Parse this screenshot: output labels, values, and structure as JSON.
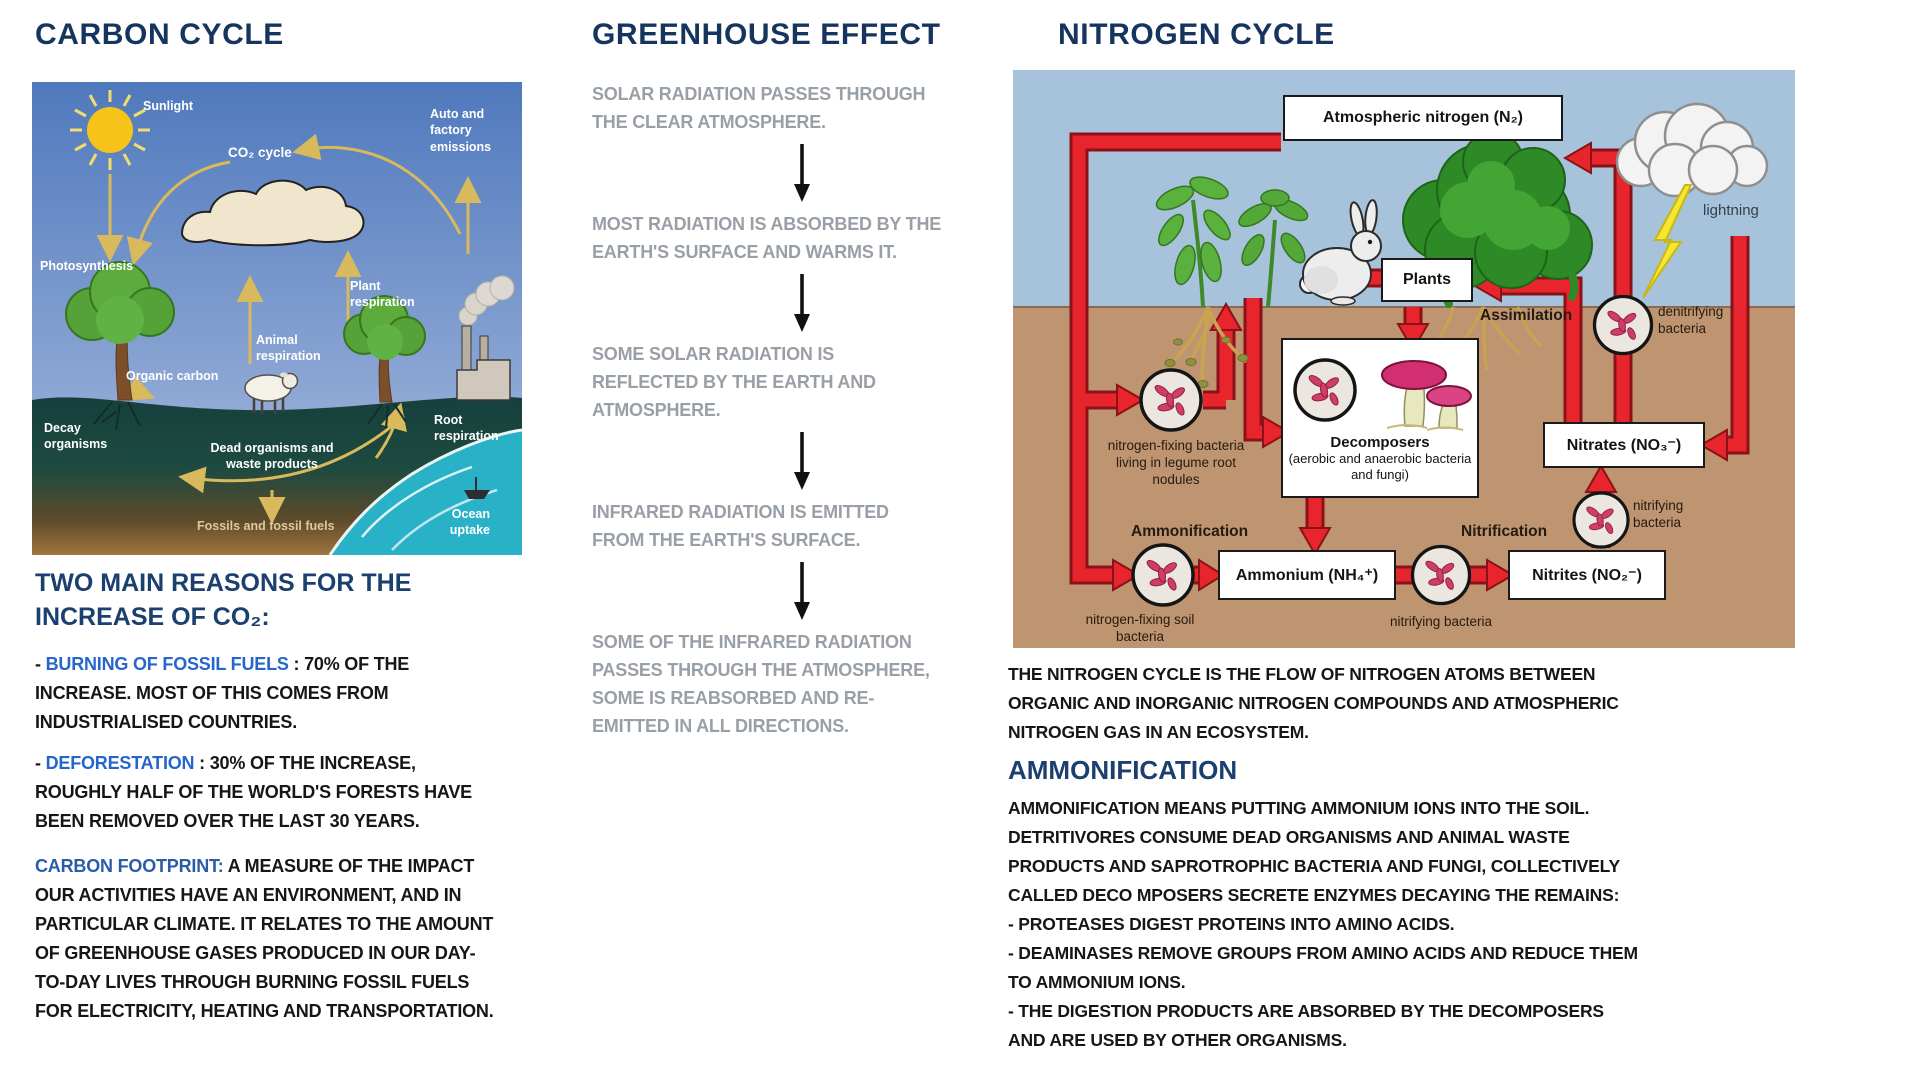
{
  "colors": {
    "title_navy": "#16355e",
    "heading_navy": "#1b3f6e",
    "accent_blue": "#2666cc",
    "footprint_blue": "#2b5ca8",
    "gray_text": "#999fa6",
    "body_black": "#161616",
    "red_arrow": "#e8252c",
    "tan_arrow": "#d8b95c"
  },
  "carbon": {
    "title": "CARBON CYCLE",
    "diagram": {
      "sunlight": "Sunlight",
      "co2_cycle": "CO₂ cycle",
      "auto_factory_emissions": "Auto and factory emissions",
      "photosynthesis": "Photosynthesis",
      "plant_respiration": "Plant respiration",
      "animal_respiration": "Animal respiration",
      "organic_carbon": "Organic carbon",
      "decay_organisms": "Decay organisms",
      "dead_organisms": "Dead organisms and waste products",
      "root_respiration": "Root respiration",
      "fossils": "Fossils and fossil fuels",
      "ocean_uptake": "Ocean uptake"
    },
    "reasons_heading": "TWO MAIN REASONS FOR THE INCREASE OF CO₂:",
    "bullets": [
      {
        "dash": "- ",
        "term": "BURNING OF FOSSIL FUELS",
        "text": " : 70% OF THE INCREASE. MOST OF THIS COMES FROM INDUSTRIALISED COUNTRIES."
      },
      {
        "dash": "- ",
        "term": "DEFORESTATION",
        "text": " : 30% OF THE INCREASE, ROUGHLY HALF OF THE WORLD'S FORESTS HAVE BEEN REMOVED OVER THE LAST 30 YEARS."
      }
    ],
    "footprint_term": "CARBON FOOTPRINT:",
    "footprint_text": " A MEASURE OF THE IMPACT OUR ACTIVITIES HAVE AN ENVIRONMENT, AND IN PARTICULAR CLIMATE. IT RELATES TO THE AMOUNT OF GREENHOUSE GASES PRODUCED IN OUR DAY-TO-DAY LIVES THROUGH BURNING FOSSIL FUELS FOR ELECTRICITY, HEATING AND TRANSPORTATION."
  },
  "greenhouse": {
    "title": "GREENHOUSE EFFECT",
    "steps": [
      "SOLAR RADIATION PASSES THROUGH THE CLEAR ATMOSPHERE.",
      "MOST RADIATION IS ABSORBED BY THE EARTH'S SURFACE AND WARMS IT.",
      "SOME SOLAR RADIATION IS REFLECTED BY THE EARTH AND ATMOSPHERE.",
      "INFRARED RADIATION IS EMITTED FROM THE EARTH'S SURFACE.",
      "SOME OF THE INFRARED RADIATION PASSES THROUGH THE ATMOSPHERE, SOME IS REABSORBED AND RE-EMITTED IN ALL DIRECTIONS."
    ]
  },
  "nitrogen": {
    "title": "NITROGEN CYCLE",
    "diagram": {
      "atmospheric_nitrogen": "Atmospheric nitrogen  (N₂)",
      "lightning": "lightning",
      "plants": "Plants",
      "assimilation": "Assimilation",
      "denitrifying_bacteria": "denitrifying bacteria",
      "nodule_bacteria": "nitrogen-fixing bacteria living in legume root nodules",
      "decomposers_title": "Decomposers",
      "decomposers_sub": "(aerobic and anaerobic bacteria and fungi)",
      "nitrates": "Nitrates  (NO₃⁻)",
      "nitrifying_bacteria_right": "nitrifying bacteria",
      "ammonification": "Ammonification",
      "nitrification": "Nitrification",
      "ammonium": "Ammonium  (NH₄⁺)",
      "nitrites": "Nitrites  (NO₂⁻)",
      "soil_bacteria": "nitrogen-fixing soil bacteria",
      "nitrifying_bacteria_bottom": "nitrifying bacteria"
    },
    "intro": "THE NITROGEN CYCLE IS THE FLOW OF NITROGEN ATOMS BETWEEN ORGANIC AND INORGANIC NITROGEN COMPOUNDS AND ATMOSPHERIC NITROGEN GAS IN AN ECOSYSTEM.",
    "ammonification_heading": "AMMONIFICATION",
    "ammonification_intro": "AMMONIFICATION MEANS PUTTING AMMONIUM IONS INTO THE SOIL. DETRITIVORES CONSUME DEAD ORGANISMS AND ANIMAL WASTE PRODUCTS AND SAPROTROPHIC BACTERIA AND FUNGI, COLLECTIVELY CALLED DECO MPOSERS SECRETE ENZYMES DECAYING THE REMAINS:",
    "ammonification_bullets": [
      "- PROTEASES DIGEST PROTEINS INTO AMINO ACIDS.",
      "- DEAMINASES REMOVE GROUPS FROM AMINO ACIDS AND REDUCE THEM TO AMMONIUM IONS.",
      "- THE DIGESTION PRODUCTS ARE ABSORBED BY THE DECOMPOSERS AND ARE USED BY OTHER ORGANISMS."
    ]
  }
}
